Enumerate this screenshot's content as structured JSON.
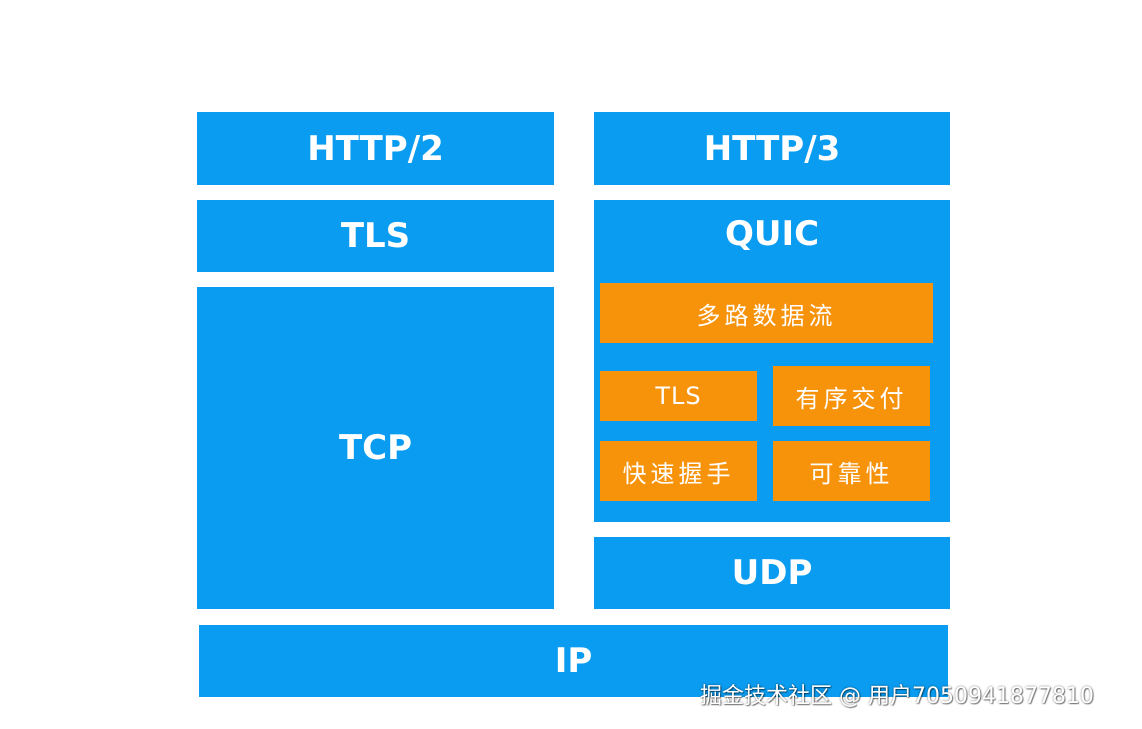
{
  "diagram": {
    "left": {
      "http2": "HTTP/2",
      "tls": "TLS",
      "tcp": "TCP"
    },
    "right": {
      "http3": "HTTP/3",
      "quic": {
        "title": "QUIC",
        "multiplexed_streams": "多路数据流",
        "tls": "TLS",
        "ordered_delivery": "有序交付",
        "fast_handshake": "快速握手",
        "reliability": "可靠性"
      },
      "udp": "UDP"
    },
    "ip": "IP"
  },
  "watermark": "掘金技术社区 @ 用户7050941877810",
  "colors": {
    "background": "#ffffff",
    "blue_block": "#0a9cf0",
    "orange_block": "#f7920b",
    "text": "#ffffff"
  }
}
